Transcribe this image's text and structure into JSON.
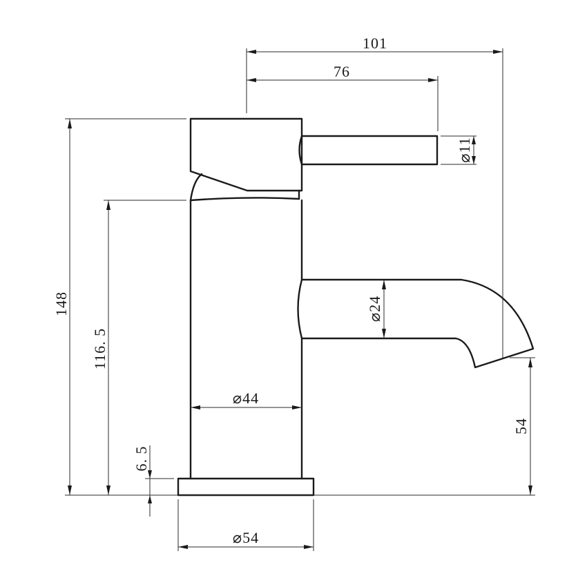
{
  "dimensions": {
    "overall_reach": "101",
    "handle_reach": "76",
    "handle_diameter": "⌀11",
    "spout_diameter": "⌀24",
    "overall_height": "148",
    "body_height": "116. 5",
    "body_diameter": "⌀44",
    "base_thickness": "6. 5",
    "spout_height": "54",
    "base_diameter": "⌀54"
  },
  "colors": {
    "line": "#1a1a1a",
    "background": "#ffffff"
  }
}
